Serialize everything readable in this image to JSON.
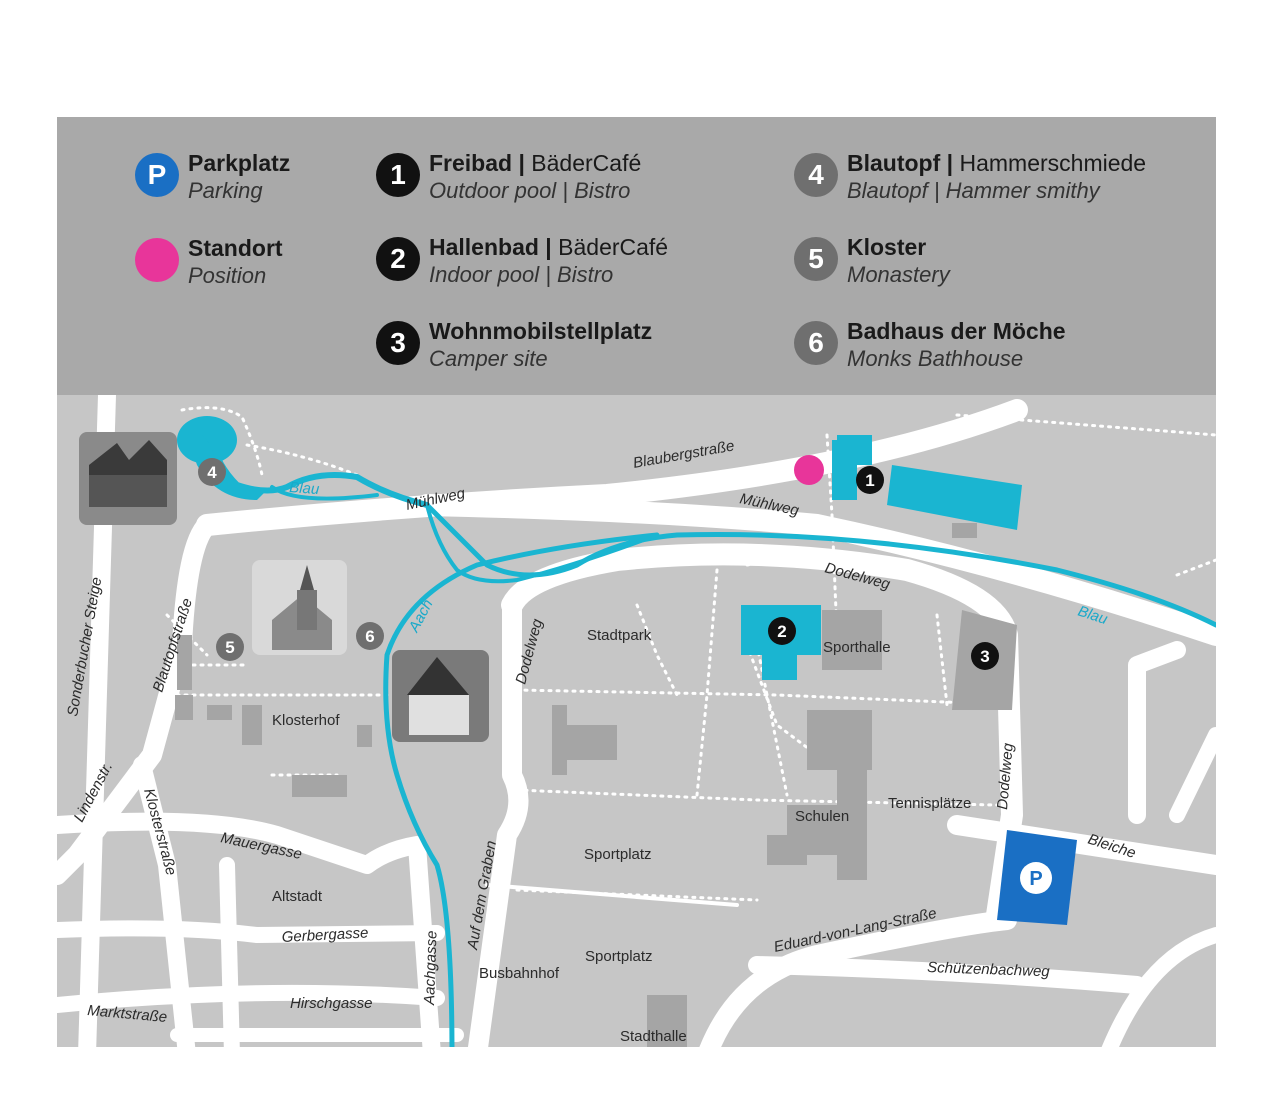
{
  "legend": {
    "parking": {
      "icon": "P",
      "title": "Parkplatz",
      "subtitle": "Parking"
    },
    "position": {
      "title": "Standort",
      "subtitle": "Position"
    },
    "items": [
      {
        "num": "1",
        "title": "Freibad",
        "sep": " | ",
        "title_extra": "BäderCafé",
        "subtitle": "Outdoor pool | Bistro"
      },
      {
        "num": "2",
        "title": "Hallenbad",
        "sep": " | ",
        "title_extra": "BäderCafé",
        "subtitle": "Indoor pool | Bistro"
      },
      {
        "num": "3",
        "title": "Wohnmobilstellplatz",
        "subtitle": "Camper site"
      },
      {
        "num": "4",
        "title": "Blautopf",
        "sep": " | ",
        "title_extra": "Hammerschmiede",
        "subtitle": "Blautopf | Hammer smithy"
      },
      {
        "num": "5",
        "title": "Kloster",
        "subtitle": "Monastery"
      },
      {
        "num": "6",
        "title": "Badhaus der Möche",
        "subtitle": "Monks Bathhouse"
      }
    ]
  },
  "map": {
    "streets": {
      "blaubergstrasse": "Blaubergstraße",
      "muehlweg_1": "Mühlweg",
      "muehlweg_2": "Mühlweg",
      "dodelweg_1": "Dodelweg",
      "dodelweg_2": "Dodelweg",
      "dodelweg_3": "Dodelweg",
      "sonderbucher_steige": "Sonderbucher Steige",
      "blautopfstrasse": "Blautopfstraße",
      "lindenstr": "Lindenstr.",
      "klosterstrasse": "Klosterstraße",
      "mauergasse": "Mauergasse",
      "gerbergasse": "Gerbergasse",
      "hirschgasse": "Hirschgasse",
      "marktstrasse": "Marktstraße",
      "aachgasse": "Aachgasse",
      "auf_dem_graben": "Auf dem Graben",
      "eduard": "Eduard-von-Lang-Straße",
      "schuetzenbachweg": "Schützenbachweg",
      "bleiche": "Bleiche"
    },
    "places": {
      "stadtpark": "Stadtpark",
      "sporthalle": "Sporthalle",
      "klosterhof": "Klosterhof",
      "schulen": "Schulen",
      "tennisplaetze": "Tennisplätze",
      "sportplatz_1": "Sportplatz",
      "sportplatz_2": "Sportplatz",
      "altstadt": "Altstadt",
      "busbahnhof": "Busbahnhof",
      "stadthalle": "Stadthalle"
    },
    "water": {
      "blau_1": "Blau",
      "blau_2": "Blau",
      "aach": "Aach"
    },
    "markers": {
      "m1": "1",
      "m2": "2",
      "m3": "3",
      "m4": "4",
      "m5": "5",
      "m6": "6",
      "parking": "P"
    },
    "colors": {
      "water": "#1ab5d1",
      "standort": "#e8359a",
      "parking": "#1a6fc4",
      "road": "#ffffff",
      "ground": "#c6c6c6"
    }
  }
}
